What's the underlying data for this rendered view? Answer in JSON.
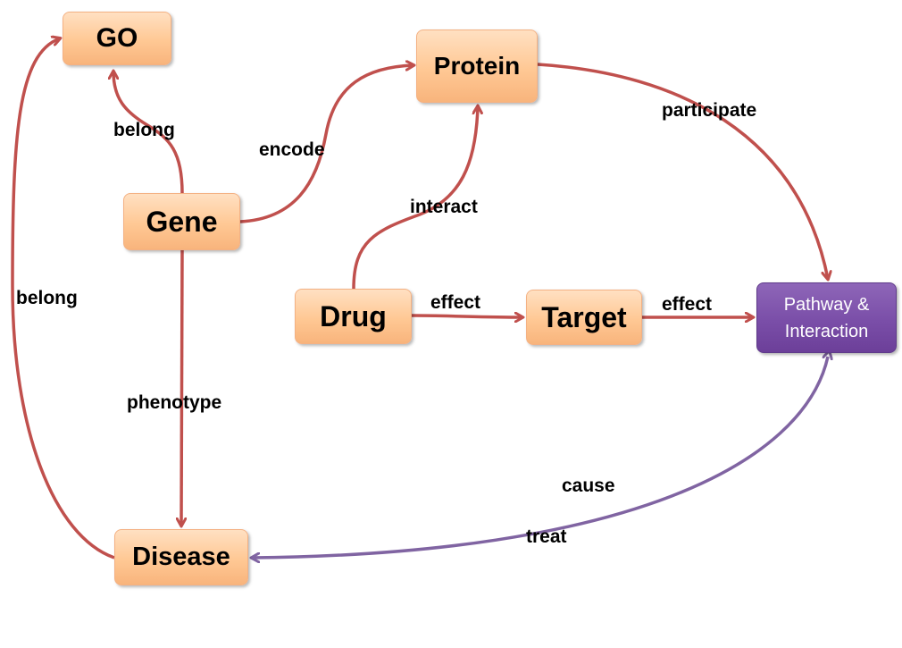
{
  "diagram": {
    "nodes": {
      "go": "GO",
      "protein": "Protein",
      "gene": "Gene",
      "drug": "Drug",
      "target": "Target",
      "pathway_line1": "Pathway &",
      "pathway_line2": "Interaction",
      "disease": "Disease"
    },
    "edges": {
      "gene_go": "belong",
      "gene_protein": "encode",
      "protein_pathway": "participate",
      "drug_protein": "interact",
      "drug_target": "effect",
      "target_pathway": "effect",
      "disease_go": "belong",
      "gene_disease": "phenotype",
      "pathway_disease_cause": "cause",
      "pathway_disease_treat": "treat"
    },
    "colors": {
      "node_fill": "#ffc894",
      "node_border": "#f4b183",
      "pathway_fill": "#7a4ea8",
      "edge_red": "#c0504d",
      "edge_purple": "#8064a2"
    }
  }
}
